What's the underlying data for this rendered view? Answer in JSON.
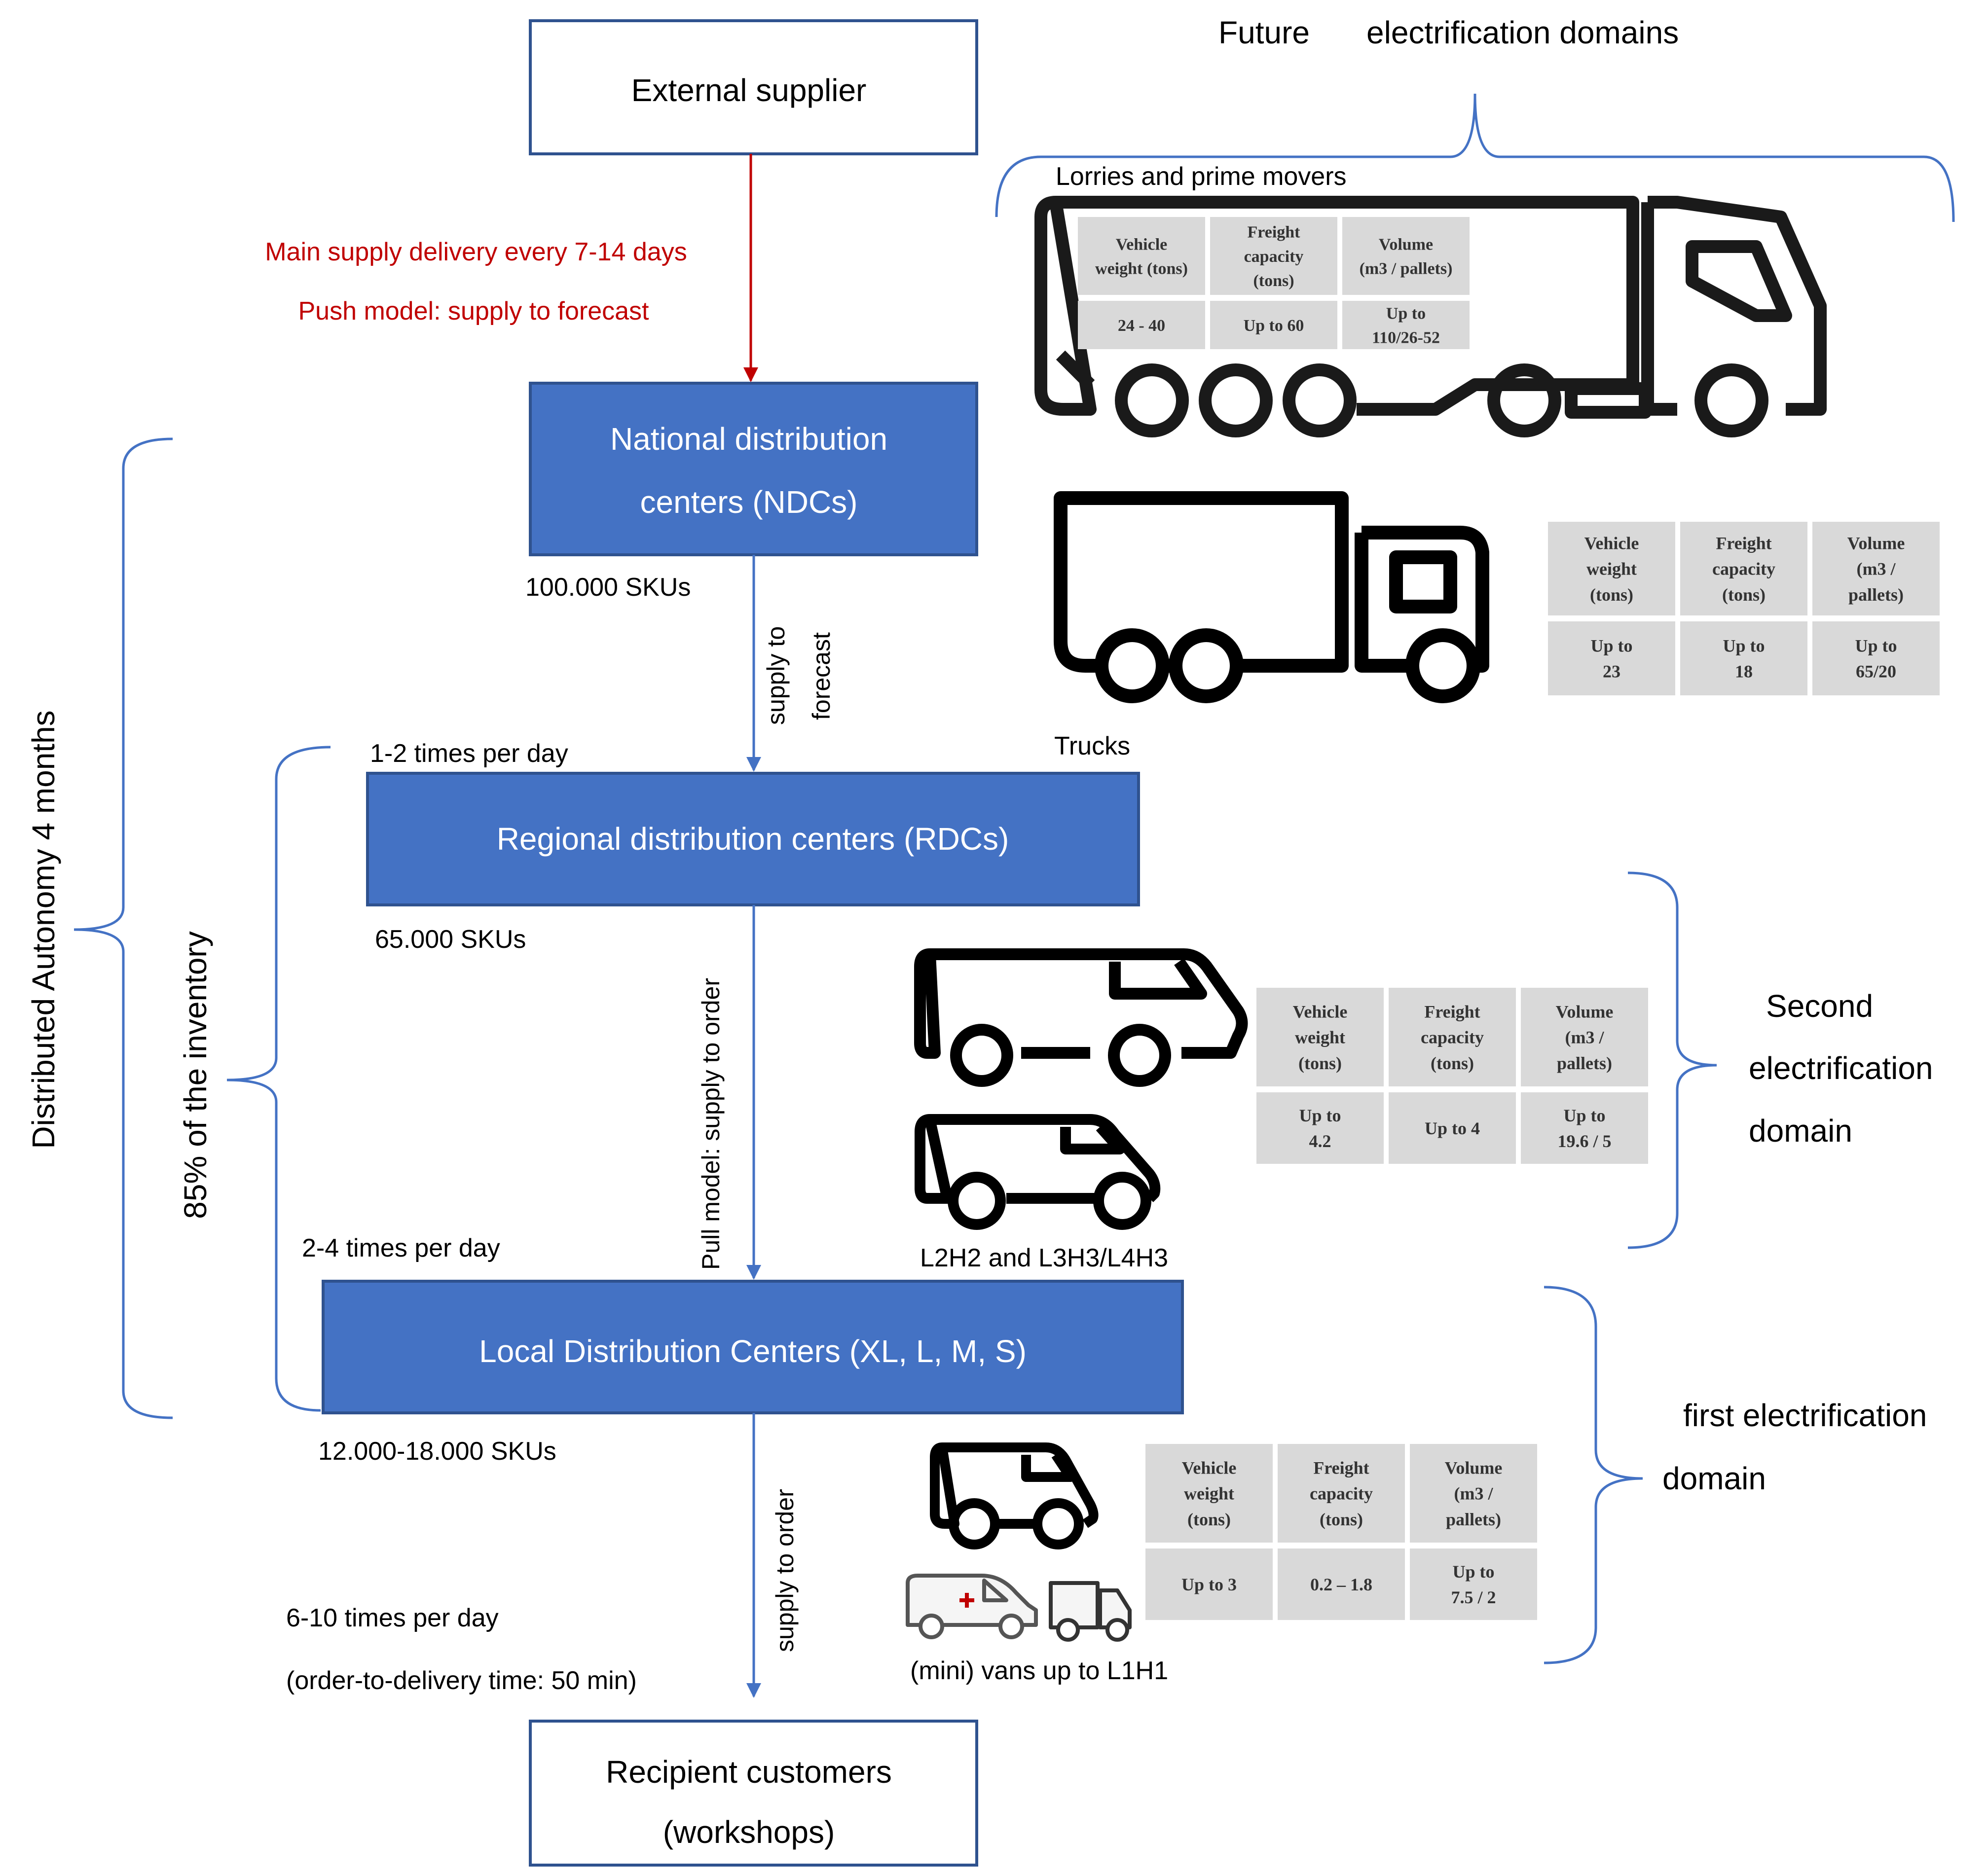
{
  "colors": {
    "box_blue": "#4472C4",
    "box_blue_border": "#2F528F",
    "arrow_blue": "#4472C4",
    "arrow_red": "#C00000",
    "text_red": "#C00000",
    "cell_gray": "#D9D9D9",
    "text_dark": "#000000",
    "text_white": "#FFFFFF"
  },
  "nodes": {
    "external_supplier": "External supplier",
    "ndc_line1": "National distribution",
    "ndc_line2": "centers (NDCs)",
    "rdc": "Regional distribution centers (RDCs)",
    "ldc": "Local Distribution Centers (XL, L, M, S)",
    "recipient_line1": "Recipient customers",
    "recipient_line2": "(workshops)"
  },
  "flow_labels": {
    "main_supply": "Main supply delivery every 7-14 days",
    "push_model": "Push model: supply to forecast",
    "ndc_skus": "100.000 SKUs",
    "supply_to_forecast_1": "supply to",
    "supply_to_forecast_2": "forecast",
    "rdc_freq": "1-2 times per day",
    "rdc_skus": "65.000 SKUs",
    "pull_model": "Pull model: supply to order",
    "ldc_freq": "2-4 times per day",
    "ldc_skus": "12.000-18.000 SKUs",
    "supply_to_order": "supply to order",
    "customer_freq": "6-10 times per day",
    "order_to_delivery": "(order-to-delivery time: 50 min)"
  },
  "brackets": {
    "distributed_autonomy": "Distributed Autonomy 4 months",
    "inventory_share": "85% of the inventory"
  },
  "domains": {
    "future_word1": "Future",
    "future_word2": "electrification domains",
    "second_line1": "Second",
    "second_line2": "electrification",
    "second_line3": "domain",
    "first_line1": "first electrification",
    "first_line2": "domain"
  },
  "vehicles": {
    "lorries_label": "Lorries and prime movers",
    "trucks_label": "Trucks",
    "vans_label": "L2H2 and L3H3/L4H3",
    "mini_vans_label": "(mini) vans up to L1H1"
  },
  "spec_tables": {
    "lorries": {
      "headers": [
        [
          "Vehicle",
          "weight (tons)"
        ],
        [
          "Freight",
          "capacity",
          "(tons)"
        ],
        [
          "Volume",
          "(m3 / pallets)"
        ]
      ],
      "values": [
        [
          "24 - 40"
        ],
        [
          "Up to 60"
        ],
        [
          "Up to",
          "110/26-52"
        ]
      ]
    },
    "trucks": {
      "headers": [
        [
          "Vehicle",
          "weight",
          "(tons)"
        ],
        [
          "Freight",
          "capacity",
          "(tons)"
        ],
        [
          "Volume",
          "(m3 /",
          "pallets)"
        ]
      ],
      "values": [
        [
          "Up to",
          "23"
        ],
        [
          "Up to",
          "18"
        ],
        [
          "Up to",
          "65/20"
        ]
      ]
    },
    "vans": {
      "headers": [
        [
          "Vehicle",
          "weight",
          "(tons)"
        ],
        [
          "Freight",
          "capacity",
          "(tons)"
        ],
        [
          "Volume",
          "(m3 /",
          "pallets)"
        ]
      ],
      "values": [
        [
          "Up to",
          "4.2"
        ],
        [
          "Up to 4"
        ],
        [
          "Up to",
          "19.6 / 5"
        ]
      ]
    },
    "mini_vans": {
      "headers": [
        [
          "Vehicle",
          "weight",
          "(tons)"
        ],
        [
          "Freight",
          "capacity",
          "(tons)"
        ],
        [
          "Volume",
          "(m3 /",
          "pallets)"
        ]
      ],
      "values": [
        [
          "Up to 3"
        ],
        [
          "0.2 – 1.8"
        ],
        [
          "Up to",
          "7.5 / 2"
        ]
      ]
    }
  }
}
